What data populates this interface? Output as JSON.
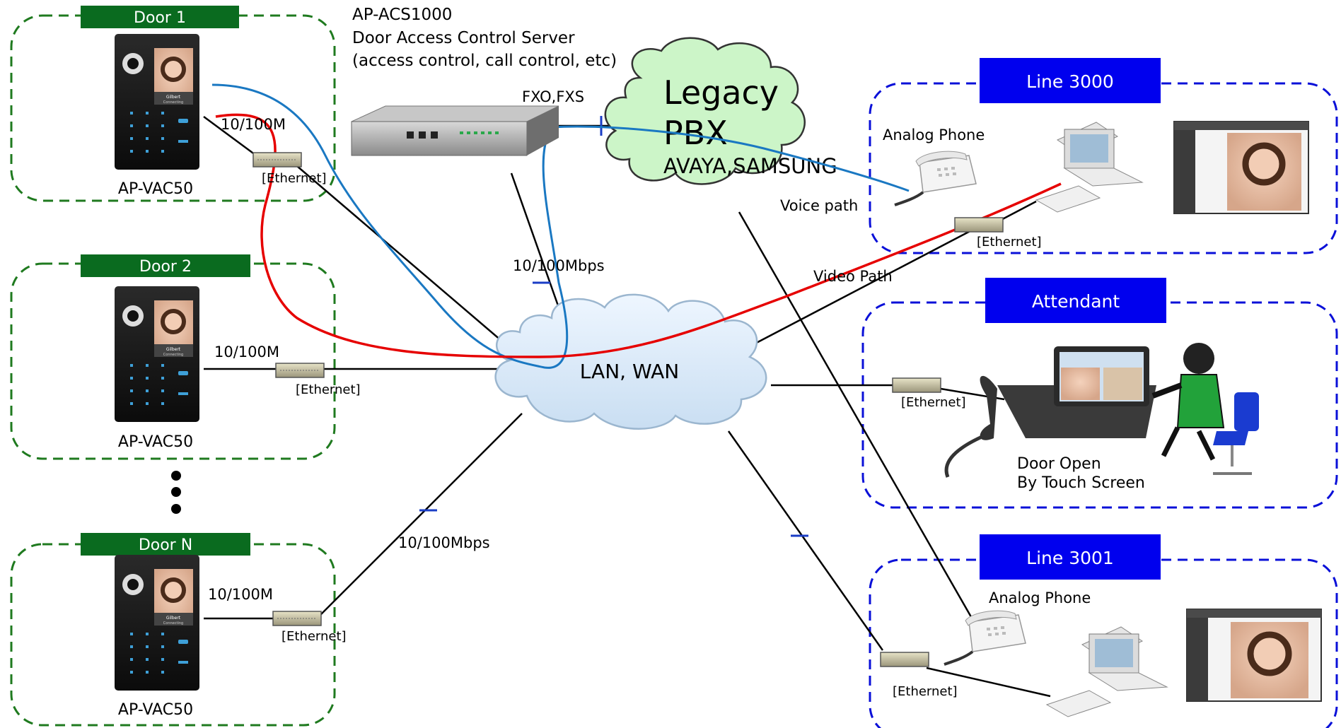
{
  "colors": {
    "door_header": "#0a6b1f",
    "door_border": "#1f7a1f",
    "line_header": "#0000ee",
    "line_border": "#0a10d8",
    "cloud_green": "#ccf5c8",
    "cloud_blue": "#dbe9f7",
    "voice_path": "#1a78c2",
    "video_path": "#e60000",
    "tick": "#1a3dc6"
  },
  "doors": [
    {
      "header": "Door 1",
      "device": "AP-VAC50",
      "link": "10/100M",
      "switch": "[Ethernet]",
      "screen_name": "Gilbert",
      "screen_status": "Connecting"
    },
    {
      "header": "Door 2",
      "device": "AP-VAC50",
      "link": "10/100M",
      "switch": "[Ethernet]",
      "screen_name": "Gilbert",
      "screen_status": "Connecting"
    },
    {
      "header": "Door N",
      "device": "AP-VAC50",
      "link": "10/100M",
      "switch": "[Ethernet]",
      "screen_name": "Gilbert",
      "screen_status": "Connecting"
    }
  ],
  "server": {
    "lines": [
      "AP-ACS1000",
      "Door Access Control Server",
      "(access control, call control, etc)"
    ],
    "trunk_label": "FXO,FXS",
    "uplink_label": "10/100Mbps"
  },
  "pbx": {
    "line1": "Legacy",
    "line2": "PBX",
    "vendors": "AVAYA,SAMSUNG"
  },
  "network": {
    "label": "LAN, WAN",
    "door_n_uplink": "10/100Mbps"
  },
  "paths": {
    "voice": "Voice path",
    "video": "Video Path"
  },
  "line3000": {
    "header": "Line 3000",
    "phone": "Analog Phone",
    "switch": "[Ethernet]"
  },
  "attendant": {
    "header": "Attendant",
    "switch": "[Ethernet]",
    "caption1": "Door Open",
    "caption2": "By Touch Screen"
  },
  "line3001": {
    "header": "Line 3001",
    "phone": "Analog Phone",
    "switch": "[Ethernet]"
  }
}
